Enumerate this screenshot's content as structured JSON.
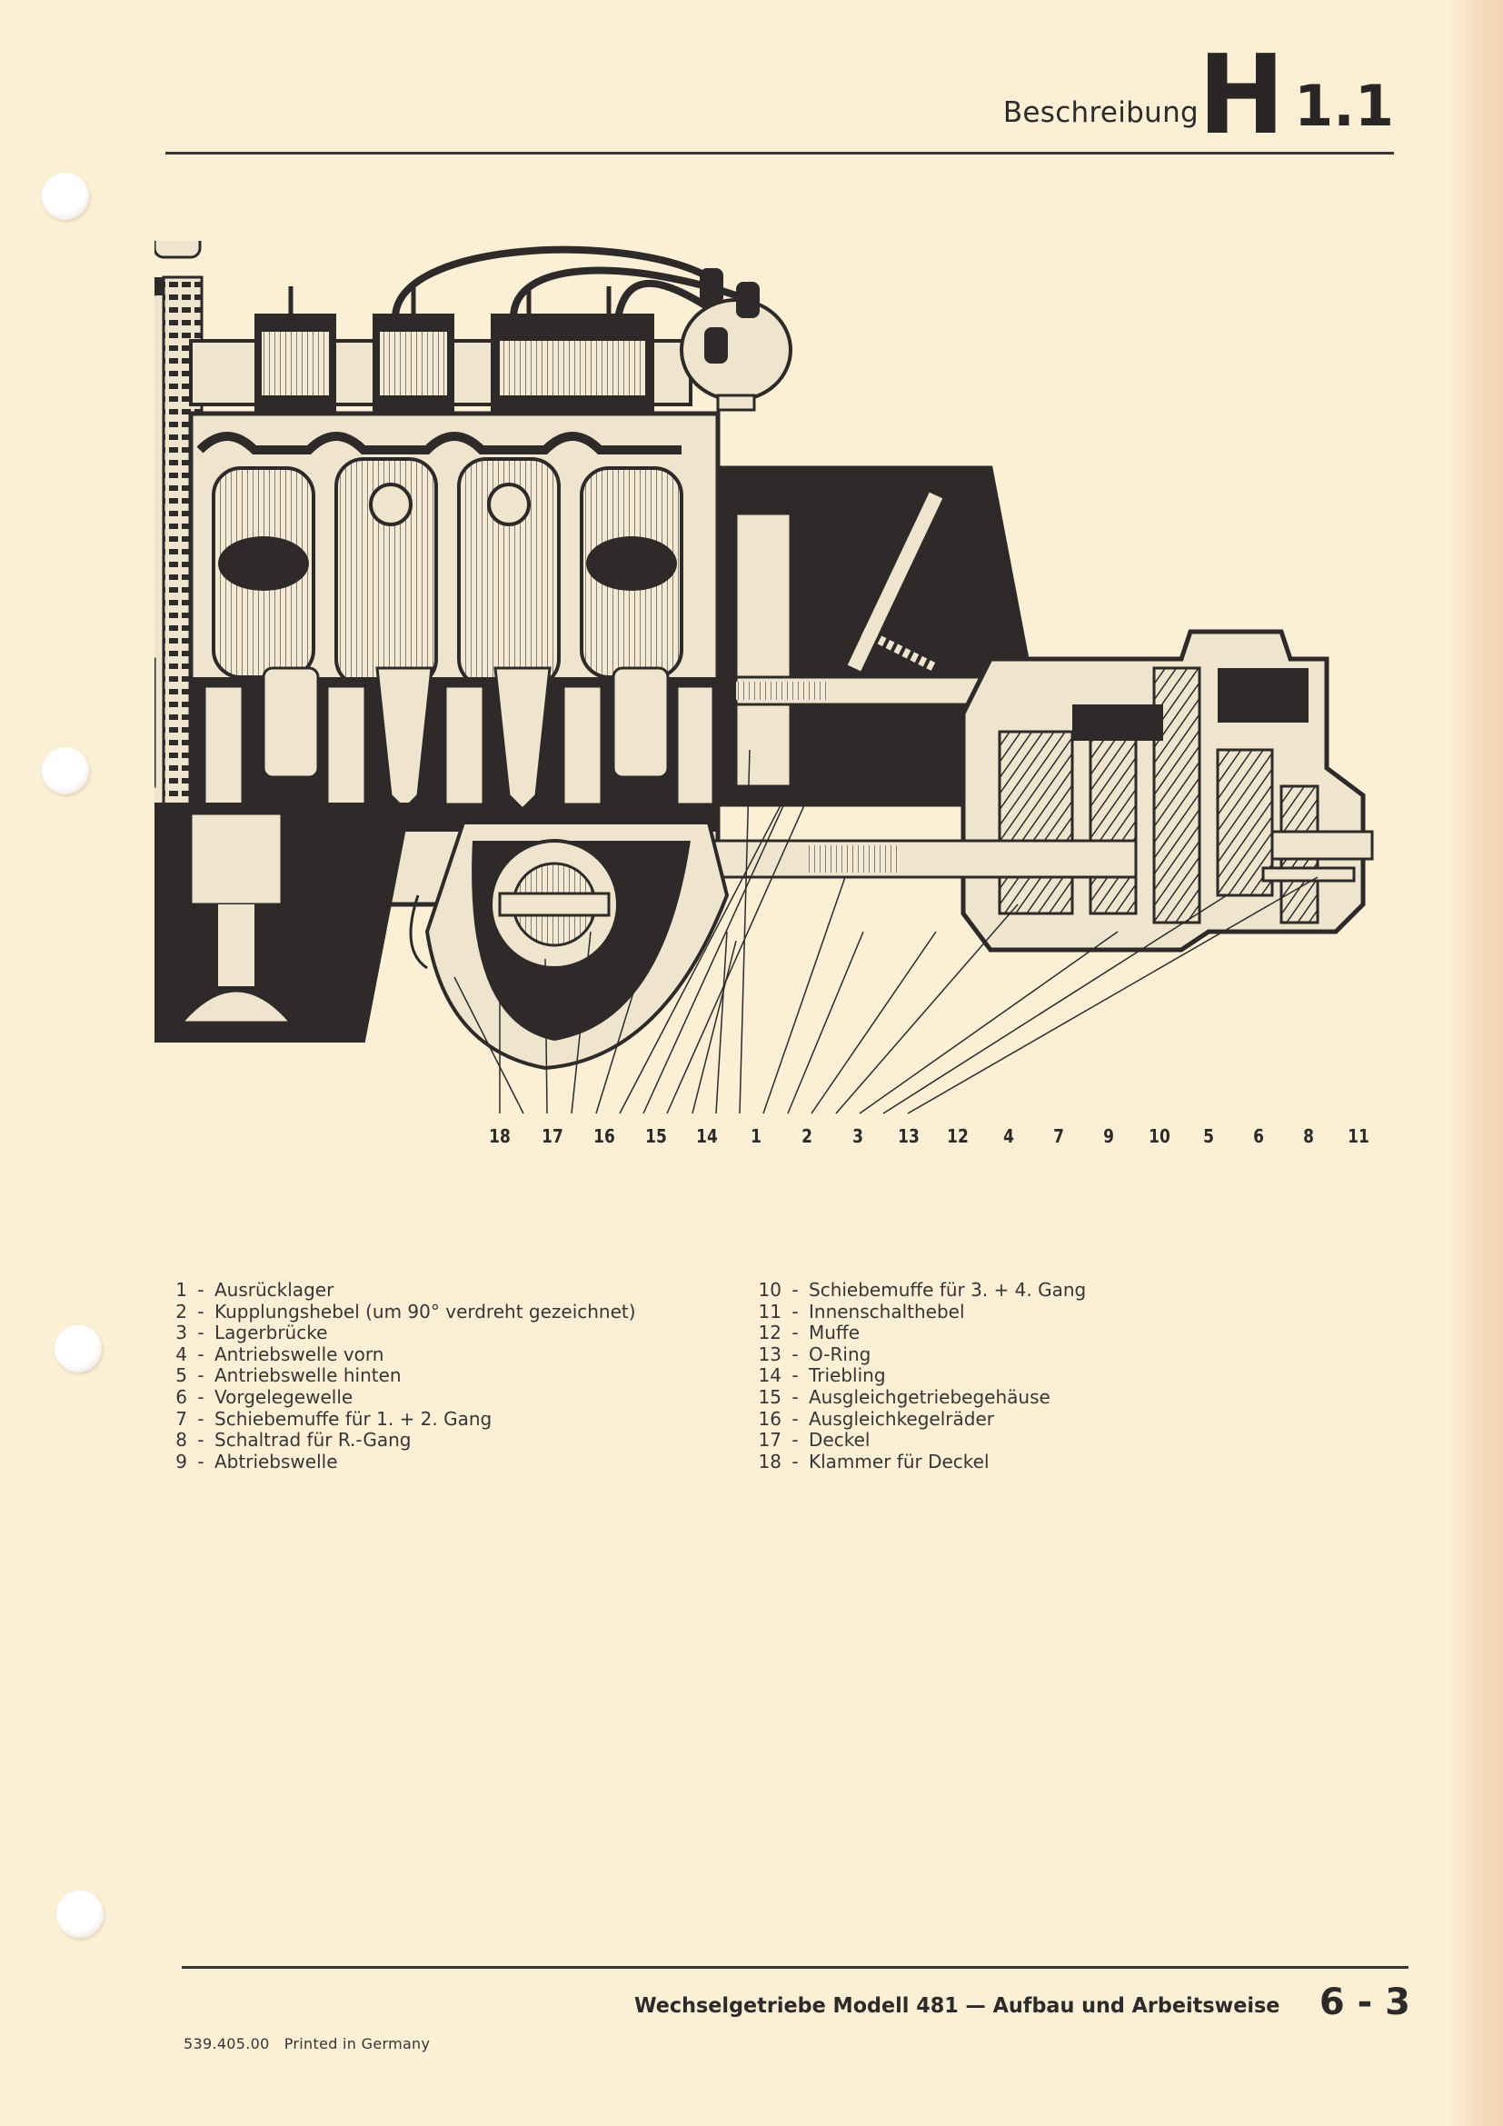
{
  "header": {
    "section_label": "Beschreibung",
    "chapter_letter": "H",
    "chapter_number": "1.1"
  },
  "figure": {
    "description": "Schnittzeichnung Motor mit Wechselgetriebe",
    "callouts": [
      "18",
      "17",
      "16",
      "15",
      "14",
      "1",
      "2",
      "3",
      "13",
      "12",
      "4",
      "7",
      "9",
      "10",
      "5",
      "6",
      "8",
      "11"
    ]
  },
  "legend": {
    "separator": "-",
    "left": [
      {
        "num": "1",
        "text": "Ausrücklager"
      },
      {
        "num": "2",
        "text": "Kupplungshebel (um 90° verdreht gezeichnet)"
      },
      {
        "num": "3",
        "text": "Lagerbrücke"
      },
      {
        "num": "4",
        "text": "Antriebswelle vorn"
      },
      {
        "num": "5",
        "text": "Antriebswelle hinten"
      },
      {
        "num": "6",
        "text": "Vorgelegewelle"
      },
      {
        "num": "7",
        "text": "Schiebemuffe für 1. + 2. Gang"
      },
      {
        "num": "8",
        "text": "Schaltrad für R.-Gang"
      },
      {
        "num": "9",
        "text": "Abtriebswelle"
      }
    ],
    "right": [
      {
        "num": "10",
        "text": "Schiebemuffe für 3. + 4. Gang"
      },
      {
        "num": "11",
        "text": "Innenschalthebel"
      },
      {
        "num": "12",
        "text": "Muffe"
      },
      {
        "num": "13",
        "text": "O-Ring"
      },
      {
        "num": "14",
        "text": "Triebling"
      },
      {
        "num": "15",
        "text": "Ausgleichgetriebegehäuse"
      },
      {
        "num": "16",
        "text": "Ausgleichkegelräder"
      },
      {
        "num": "17",
        "text": "Deckel"
      },
      {
        "num": "18",
        "text": "Klammer für Deckel"
      }
    ]
  },
  "footer": {
    "title": "Wechselgetriebe Modell 481 — Aufbau und Arbeitsweise",
    "page": "6 - 3",
    "code": "539.405.00   Printed in Germany"
  },
  "colors": {
    "paper": "#fbefd6",
    "ink": "#2e2a2a"
  }
}
